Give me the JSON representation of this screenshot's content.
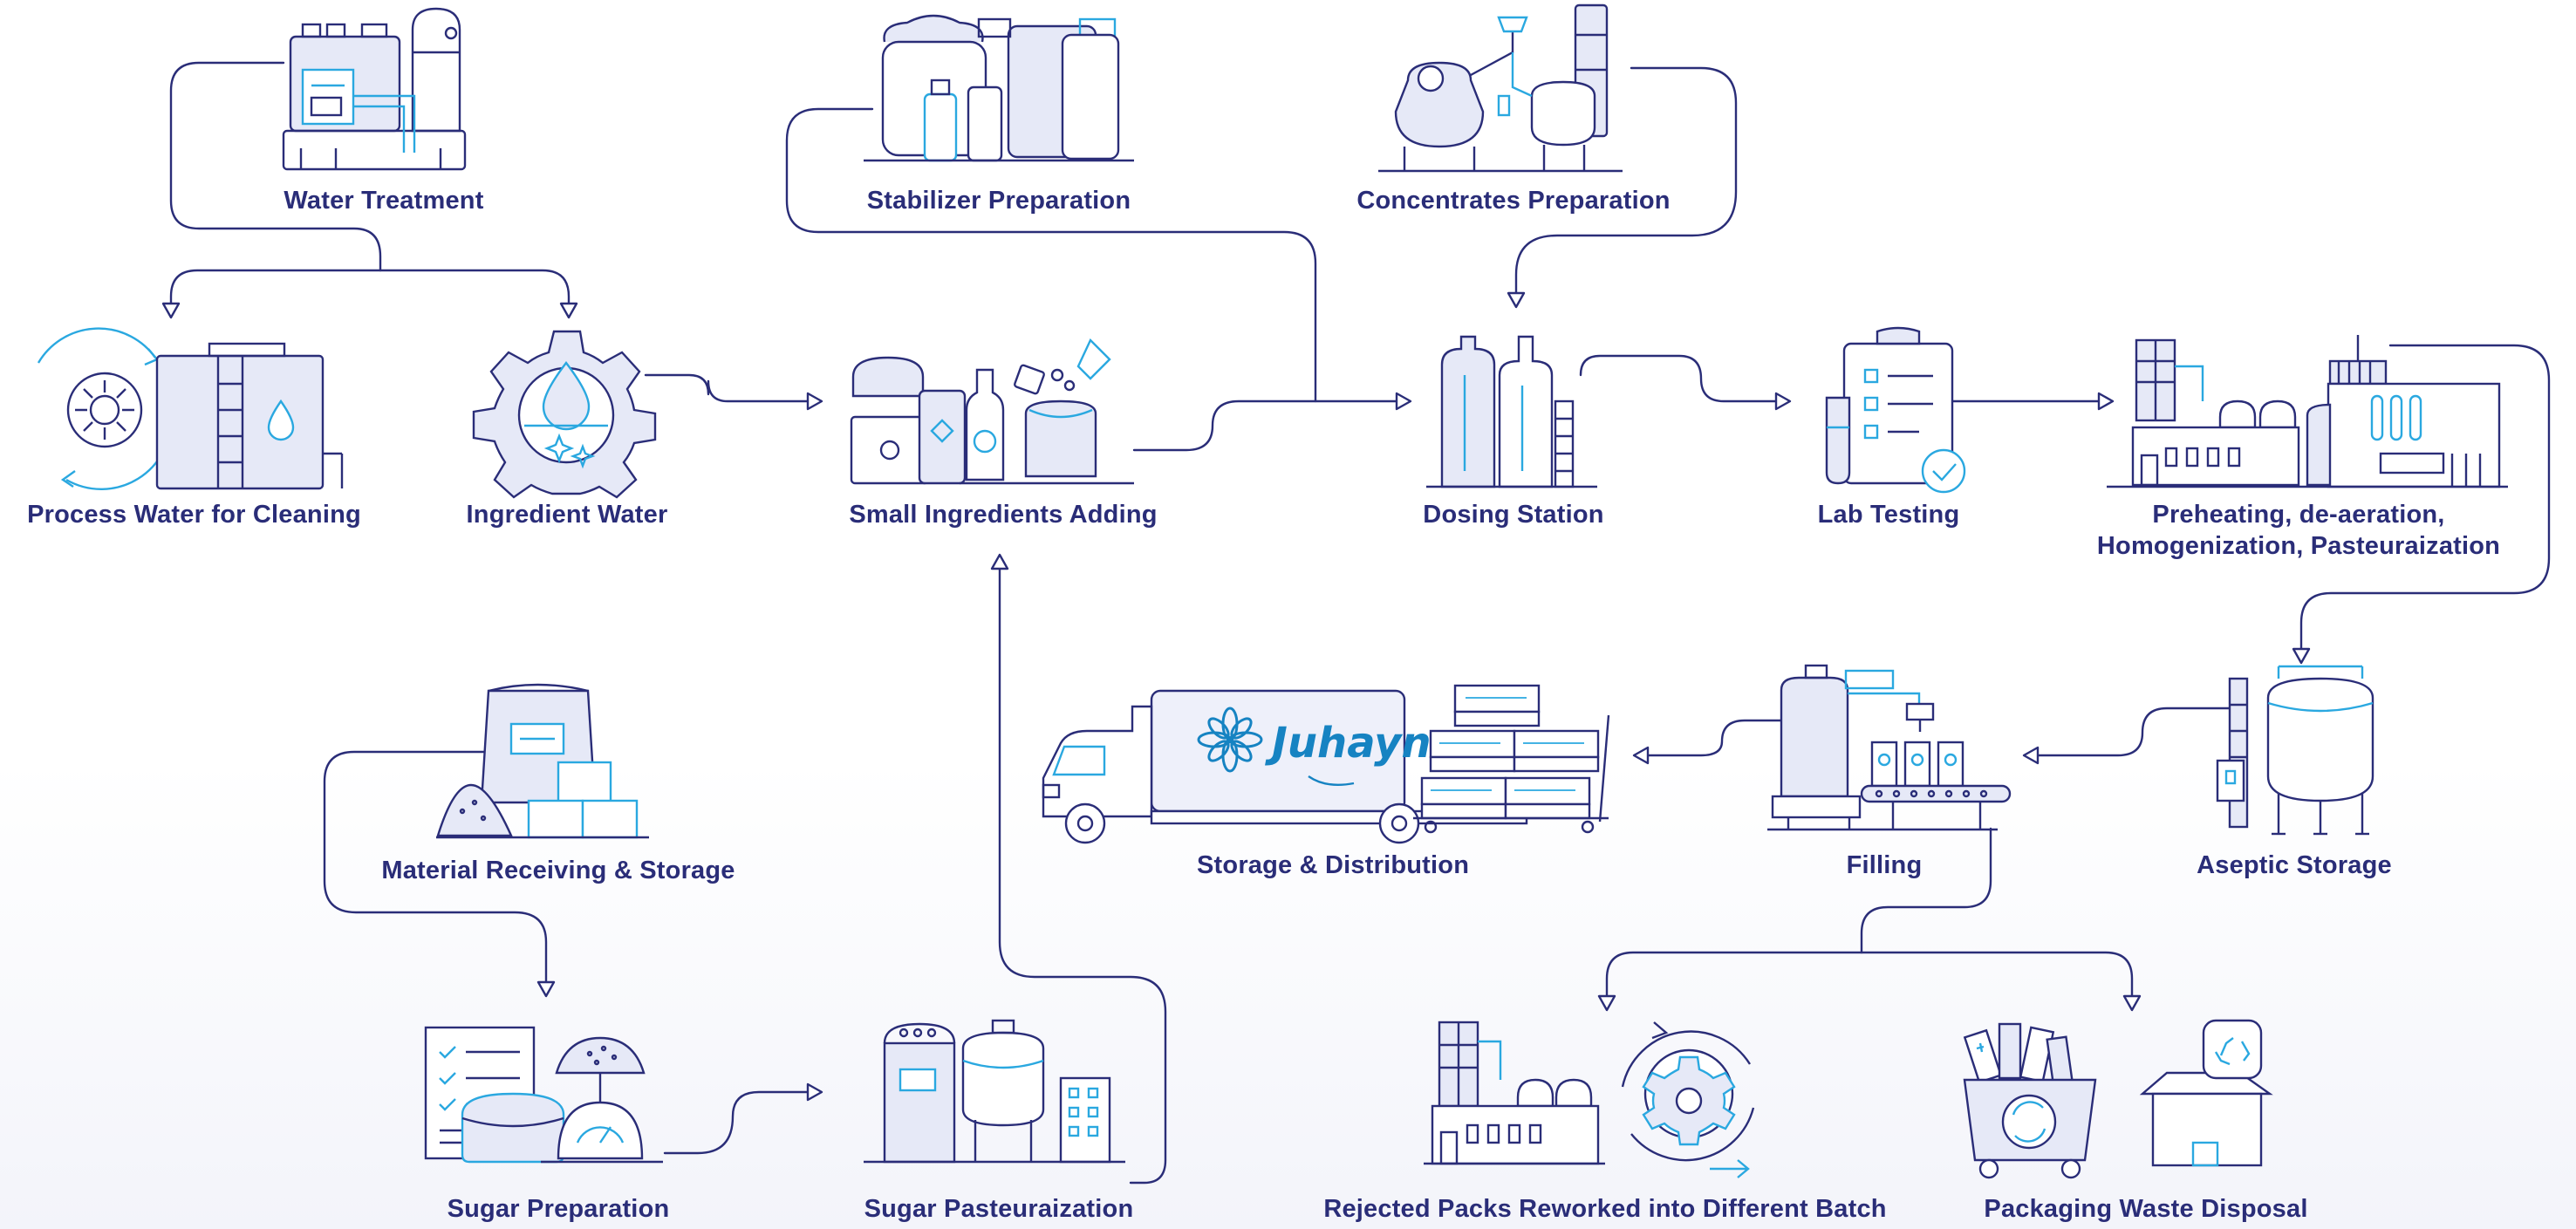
{
  "diagram": {
    "brand": "Juhayna",
    "colors": {
      "line": "#2a2d78",
      "accent": "#2aa8e0",
      "fill": "#dfe3f5",
      "text": "#2a2d78"
    },
    "nodes": {
      "water_treatment": {
        "label": "Water Treatment",
        "icon": "water-treatment-plant-icon"
      },
      "stabilizer_preparation": {
        "label": "Stabilizer Preparation",
        "icon": "stabilizer-containers-icon"
      },
      "concentrates_preparation": {
        "label": "Concentrates Preparation",
        "icon": "distillation-kettle-icon"
      },
      "process_water_cleaning": {
        "label": "Process Water for Cleaning",
        "icon": "recycling-water-tank-icon"
      },
      "ingredient_water": {
        "label": "Ingredient Water",
        "icon": "gear-water-drop-icon"
      },
      "small_ingredients_adding": {
        "label": "Small Ingredients Adding",
        "icon": "ingredient-jars-icon"
      },
      "dosing_station": {
        "label": "Dosing Station",
        "icon": "dosing-tanks-icon"
      },
      "lab_testing": {
        "label": "Lab Testing",
        "icon": "clipboard-test-tube-icon"
      },
      "preheating": {
        "label_line1": "Preheating, de-aeration,",
        "label_line2": "Homogenization, Pasteuraization",
        "icon": "processing-plant-icon"
      },
      "aseptic_storage": {
        "label": "Aseptic Storage",
        "icon": "aseptic-tank-icon"
      },
      "filling": {
        "label": "Filling",
        "icon": "filling-machine-icon"
      },
      "storage_distribution": {
        "label": "Storage & Distribution",
        "icon": "delivery-truck-icon"
      },
      "material_receiving": {
        "label": "Material Receiving & Storage",
        "icon": "sacks-boxes-icon"
      },
      "sugar_preparation": {
        "label": "Sugar Preparation",
        "icon": "sugar-scale-icon"
      },
      "sugar_pasteurization": {
        "label": "Sugar Pasteuraization",
        "icon": "pasteurizer-tank-icon"
      },
      "rejected_packs": {
        "label": "Rejected Packs Reworked into Different Batch",
        "icon": "rework-gear-icon"
      },
      "packaging_waste": {
        "label": "Packaging Waste Disposal",
        "icon": "recycle-bin-icon"
      }
    }
  }
}
